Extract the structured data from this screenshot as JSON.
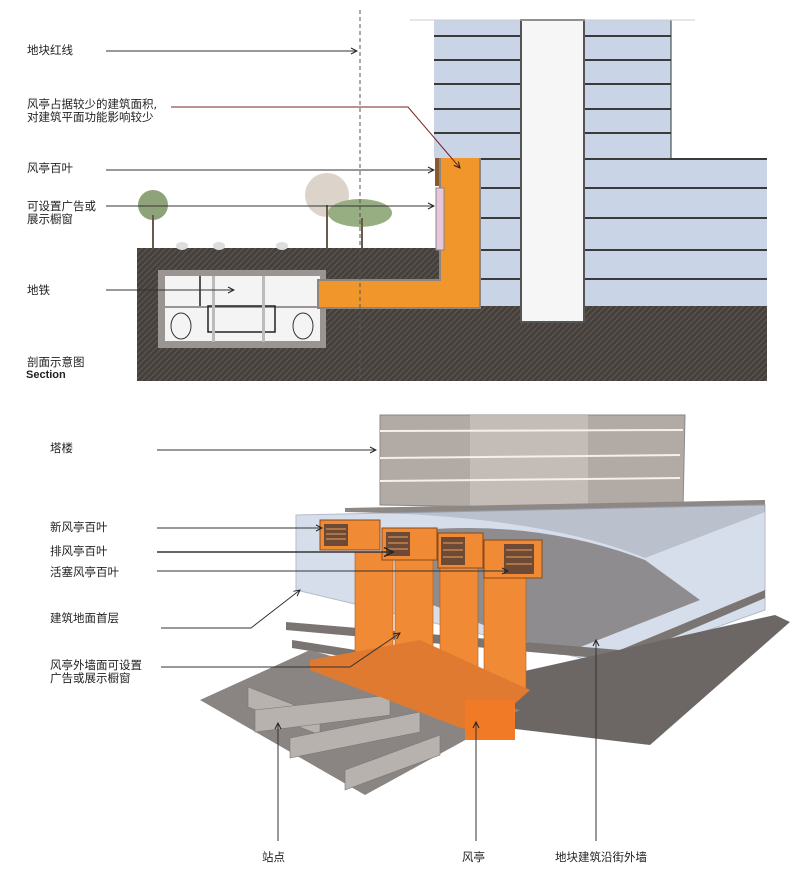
{
  "section_diagram": {
    "caption_cn": "剖面示意图",
    "caption_en": "Section",
    "labels": {
      "red_line": "地块红线",
      "kiosk_area_line1": "风亭占据较少的建筑面积,",
      "kiosk_area_line2": "对建筑平面功能影响较少",
      "louver": "风亭百叶",
      "ad_line1": "可设置广告或",
      "ad_line2": "展示橱窗",
      "subway": "地铁"
    }
  },
  "axon_diagram": {
    "labels": {
      "tower": "塔楼",
      "fresh_air_louver": "新风亭百叶",
      "exhaust_louver": "排风亭百叶",
      "piston_louver": "活塞风亭百叶",
      "ground_floor": "建筑地面首层",
      "wall_ad_line1": "风亭外墙面可设置",
      "wall_ad_line2": "广告或展示橱窗",
      "station": "站点",
      "kiosk": "风亭",
      "street_wall": "地块建筑沿街外墙"
    }
  },
  "colors": {
    "kiosk_orange": "#f0962a",
    "axon_orange": "#f08a35",
    "glass_blue": "#c9d4e6",
    "soil": "#4a4440",
    "concrete": "#9a9592",
    "slab_gray": "#7a7572",
    "ad_pink": "#e8c6dc"
  }
}
